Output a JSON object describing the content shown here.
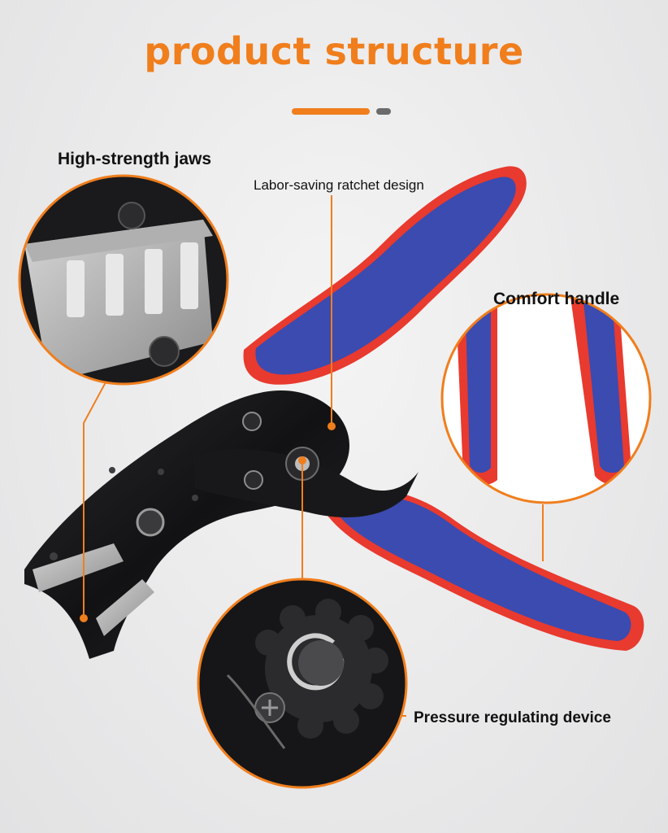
{
  "header": {
    "title": "product structure"
  },
  "callouts": {
    "jaws": "High-strength jaws",
    "ratchet": "Labor-saving ratchet design",
    "handle": "Comfort handle",
    "pressure": "Pressure regulating device"
  },
  "colors": {
    "accent": "#f07e1c",
    "handle_blue": "#3b4bb0",
    "handle_red": "#e83a2e",
    "steel_black": "#1c1c1e"
  }
}
